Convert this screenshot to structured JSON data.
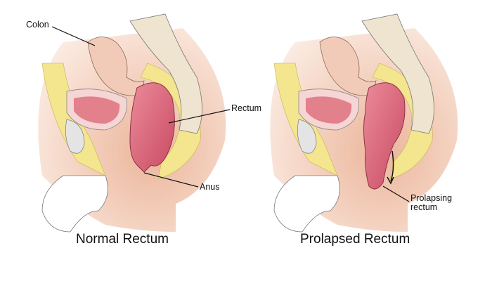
{
  "normal_panel": {
    "caption": "Normal Rectum",
    "labels": {
      "colon": "Colon",
      "rectum": "Rectum",
      "anus": "Anus"
    }
  },
  "prolapsed_panel": {
    "caption": "Prolapsed Rectum",
    "labels": {
      "prolapsing_line1": "Prolapsing",
      "prolapsing_line2": "rectum"
    }
  },
  "colors": {
    "skin": "#eab69a",
    "fat": "#f3e28a",
    "rectum": "#d9667a",
    "bone": "#efe4cf",
    "colon": "#f2cbb8"
  }
}
